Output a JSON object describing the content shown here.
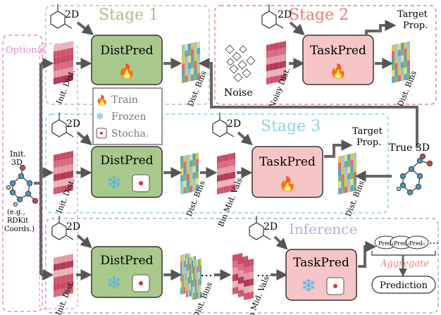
{
  "labels": {
    "optional": "Optional",
    "stage1": "Stage 1",
    "stage2": "Stage 2",
    "stage3": "Stage 3",
    "inference": "Inference",
    "aggregate": "Aggregate",
    "prediction": "Prediction",
    "target_prop_line1": "Target",
    "target_prop_line2": "Prop.",
    "true_3d": "True 3D",
    "noise": "Noise",
    "noisy_dist": "Noisy Dist.",
    "init_dist": "Init. Dist.",
    "dist_bins": "Dist. Bins",
    "bin_mid_vals": "Bin Mid. Vals.",
    "two_d": "2D",
    "ellipsis": "…",
    "init3d_line1": "Init.",
    "init3d_line2": "3D",
    "init3d_line3": "(e.g.,",
    "init3d_line4": "RDKit",
    "init3d_line5": "Coords.)",
    "pred1": "Pred₁",
    "pred2": "Pred₂",
    "pred3": "Pred₃"
  },
  "modules": {
    "distpred": "DistPred",
    "taskpred": "TaskPred"
  },
  "legend": {
    "train": "Train",
    "frozen": "Frozen",
    "stocha": "Stocha."
  },
  "colors": {
    "stage1_border": "#b6c79a",
    "stage2_border": "#e8868a",
    "stage3_border": "#8fd0e6",
    "inference_border": "#aaaadd",
    "optional_border": "#e58fc8",
    "distpred_fill": "#a9c98c",
    "taskpred_fill": "#f6c6c6",
    "arrow": "#555555",
    "aggregate_text": "#f08080",
    "stage1_text": "#a8bf8a",
    "stage2_text": "#e57c80",
    "stage3_text": "#8fd0e6",
    "inference_text": "#b0b0e0"
  }
}
